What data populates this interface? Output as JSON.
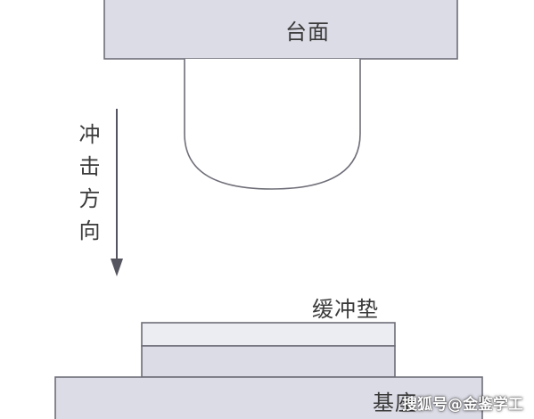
{
  "labels": {
    "table": "台面",
    "impact_direction": "冲击方向",
    "cushion": "缓冲垫",
    "base": "基座"
  },
  "watermark": "搜狐号@金鉴学工",
  "colors": {
    "block_fill": "#dcdce6",
    "cushion_top_fill": "#ececf3",
    "stroke": "#6e6e78",
    "text": "#3a3a3a"
  }
}
